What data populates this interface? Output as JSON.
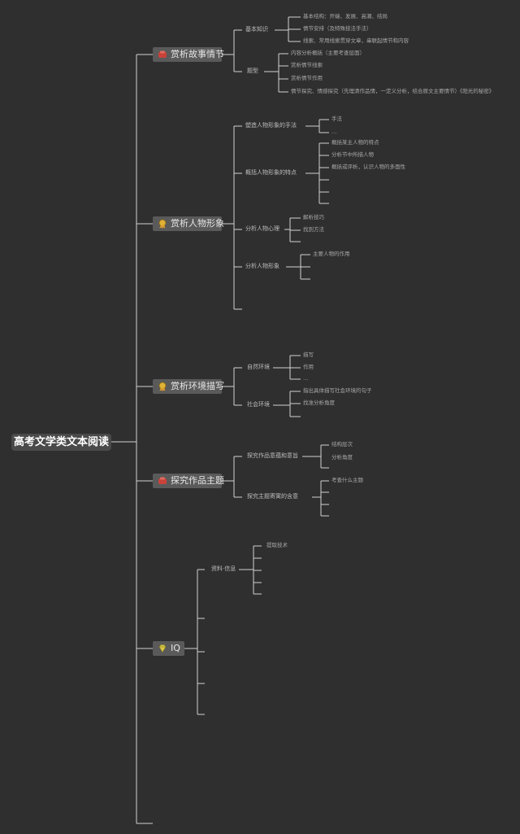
{
  "root": {
    "label": "高考文学类文本阅读"
  },
  "topics": [
    {
      "label": "赏析故事情节",
      "icon": "red-box-icon"
    },
    {
      "label": "赏析人物形象",
      "icon": "gold-medal-icon"
    },
    {
      "label": "赏析环境描写",
      "icon": "gold-medal-icon"
    },
    {
      "label": "探究作品主题",
      "icon": "red-box-icon"
    },
    {
      "label": "IQ",
      "icon": "diamond-icon"
    }
  ],
  "plot": {
    "basic": "基本知识",
    "basic_items": [
      "基本结构：开端、发展、高潮、结局",
      "情节安排（及特殊技法手法）",
      "线索、常用线索贯穿文章，串联起情节和内容"
    ],
    "question": "题型",
    "question_items": [
      "内容分析概括（主要考查层面）",
      "赏析情节线索",
      "赏析情节作用",
      "情节探究、情感探究（先理清作品情，一定义分析，结合原文主要情节）《阳光的秘密》"
    ]
  },
  "character": {
    "a": "塑造人物形象的手法",
    "a_items": [
      "手法",
      "…"
    ],
    "b": "概括人物形象的特点",
    "b_items": [
      "概括某主人物的特点",
      "分析节中所描人物",
      "概括或评析，认识人物的多面性"
    ],
    "c": "分析人物心理",
    "c_items": [
      "解析技巧",
      "找到方法"
    ],
    "d": "分析人物形象",
    "d_items": [
      "主要人物的作用"
    ]
  },
  "environment": {
    "a": "自然环境",
    "a_items": [
      "描写",
      "作用",
      "…"
    ],
    "b": "社会环境",
    "b_items": [
      "指出具体描写社会环境的句子",
      "找准分析角度"
    ]
  },
  "theme": {
    "a": "探究作品意蕴和意旨",
    "a_items": [
      "结构层次",
      "分析角度"
    ],
    "b": "探究主题寄寓的含意",
    "b_items": [
      "考查什么主题"
    ]
  },
  "iq": {
    "a": "资料·信息",
    "a_items": [
      "提取技术"
    ]
  }
}
